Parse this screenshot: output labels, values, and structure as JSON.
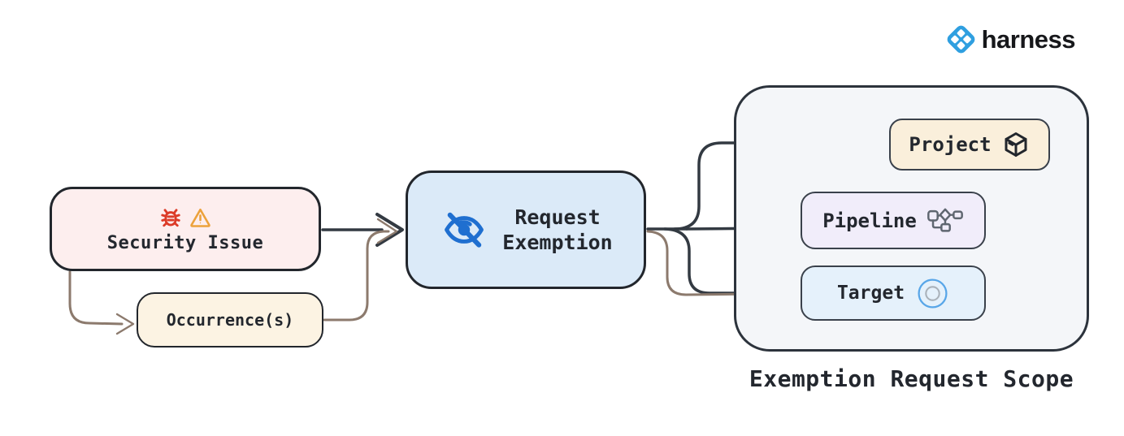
{
  "brand": {
    "name": "harness",
    "logo_icon": "harness-logo-icon",
    "logo_color": "#2f9fe0",
    "word_color": "#17181b"
  },
  "nodes": {
    "security_issue": {
      "label": "Security Issue",
      "icons": [
        "bug-icon",
        "warning-icon"
      ],
      "fill": "#fdeeee"
    },
    "occurrences": {
      "label": "Occurrence(s)",
      "fill": "#fcf3e3"
    },
    "request_exemption": {
      "label_line1": "Request",
      "label_line2": "Exemption",
      "icon": "eye-slash-icon",
      "fill": "#dbeaf8"
    },
    "project": {
      "label": "Project",
      "icon": "package-cube-icon",
      "fill": "#faefdb"
    },
    "pipeline": {
      "label": "Pipeline",
      "icon": "pipeline-flowchart-icon",
      "fill": "#f1edfa"
    },
    "target": {
      "label": "Target",
      "icon": "target-circle-icon",
      "fill": "#e5f1fb"
    }
  },
  "scope": {
    "title": "Exemption Request Scope",
    "fill": "#f4f6f9"
  },
  "edges": [
    {
      "from": "security_issue",
      "to": "request_exemption",
      "color": "#333a42"
    },
    {
      "from": "security_issue",
      "to": "occurrences",
      "color": "#8c7a6d"
    },
    {
      "from": "occurrences",
      "to": "request_exemption",
      "color": "#8c7a6d"
    },
    {
      "from": "request_exemption",
      "to": "project",
      "color": "#333a42"
    },
    {
      "from": "request_exemption",
      "to": "pipeline",
      "color": "#333a42"
    },
    {
      "from": "request_exemption",
      "to": "target",
      "color": "#333a42"
    },
    {
      "from": "occurrences",
      "to": "target",
      "color": "#8c7a6d"
    },
    {
      "from": "project",
      "to": "pipeline",
      "color": "#333a42"
    },
    {
      "from": "project",
      "to": "target",
      "color": "#333a42"
    }
  ],
  "colors": {
    "edge_dark": "#333a42",
    "edge_brown": "#8c7a6d",
    "bug_red": "#dc3b28",
    "warning_orange": "#eca23c",
    "eye_blue": "#1f6fd0",
    "pipeline_grey": "#5f6670",
    "target_blue": "#58a6e8",
    "target_inner_grey": "#a9b1b9",
    "border_heavy": "#22262c",
    "border_light": "#3a414b"
  }
}
